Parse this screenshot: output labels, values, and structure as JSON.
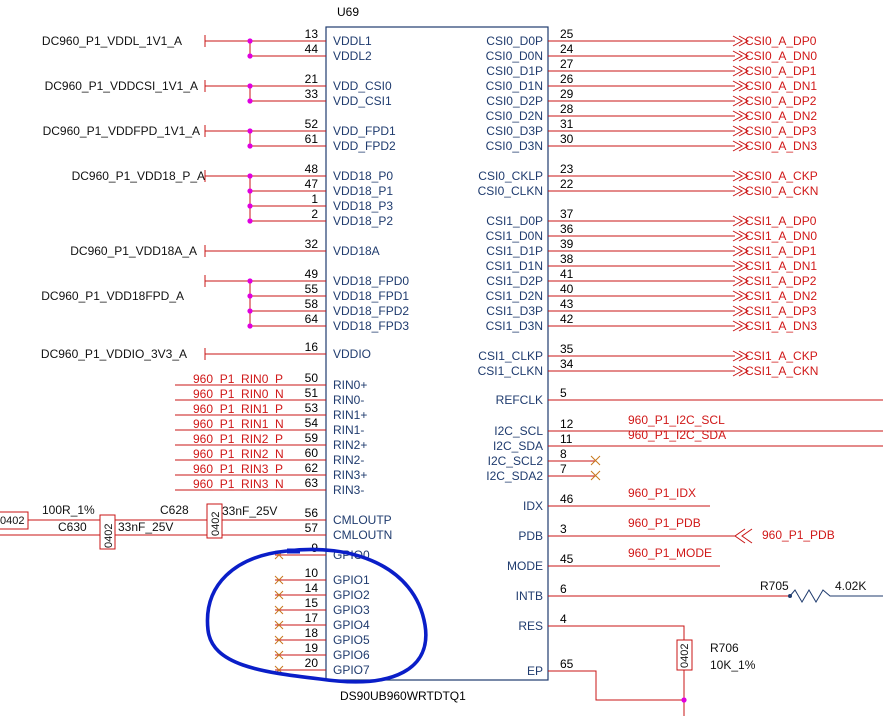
{
  "chip": {
    "ref": "U69",
    "part": "DS90UB960WRTDTQ1",
    "left_pins": [
      {
        "num": "13",
        "name": "VDDL1"
      },
      {
        "num": "44",
        "name": "VDDL2"
      },
      {
        "num": "21",
        "name": "VDD_CSI0"
      },
      {
        "num": "33",
        "name": "VDD_CSI1"
      },
      {
        "num": "52",
        "name": "VDD_FPD1"
      },
      {
        "num": "61",
        "name": "VDD_FPD2"
      },
      {
        "num": "48",
        "name": "VDD18_P0"
      },
      {
        "num": "47",
        "name": "VDD18_P1"
      },
      {
        "num": "1",
        "name": "VDD18_P3"
      },
      {
        "num": "2",
        "name": "VDD18_P2"
      },
      {
        "num": "32",
        "name": "VDD18A"
      },
      {
        "num": "49",
        "name": "VDD18_FPD0"
      },
      {
        "num": "55",
        "name": "VDD18_FPD1"
      },
      {
        "num": "58",
        "name": "VDD18_FPD2"
      },
      {
        "num": "64",
        "name": "VDD18_FPD3"
      },
      {
        "num": "16",
        "name": "VDDIO"
      },
      {
        "num": "50",
        "name": "RIN0+"
      },
      {
        "num": "51",
        "name": "RIN0-"
      },
      {
        "num": "53",
        "name": "RIN1+"
      },
      {
        "num": "54",
        "name": "RIN1-"
      },
      {
        "num": "59",
        "name": "RIN2+"
      },
      {
        "num": "60",
        "name": "RIN2-"
      },
      {
        "num": "62",
        "name": "RIN3+"
      },
      {
        "num": "63",
        "name": "RIN3-"
      },
      {
        "num": "56",
        "name": "CMLOUTP"
      },
      {
        "num": "57",
        "name": "CMLOUTN"
      },
      {
        "num": "9",
        "name": "GPIO0"
      },
      {
        "num": "10",
        "name": "GPIO1"
      },
      {
        "num": "14",
        "name": "GPIO2"
      },
      {
        "num": "15",
        "name": "GPIO3"
      },
      {
        "num": "17",
        "name": "GPIO4"
      },
      {
        "num": "18",
        "name": "GPIO5"
      },
      {
        "num": "19",
        "name": "GPIO6"
      },
      {
        "num": "20",
        "name": "GPIO7"
      }
    ],
    "right_pins": [
      {
        "num": "25",
        "name": "CSI0_D0P"
      },
      {
        "num": "24",
        "name": "CSI0_D0N"
      },
      {
        "num": "27",
        "name": "CSI0_D1P"
      },
      {
        "num": "26",
        "name": "CSI0_D1N"
      },
      {
        "num": "29",
        "name": "CSI0_D2P"
      },
      {
        "num": "28",
        "name": "CSI0_D2N"
      },
      {
        "num": "31",
        "name": "CSI0_D3P"
      },
      {
        "num": "30",
        "name": "CSI0_D3N"
      },
      {
        "num": "23",
        "name": "CSI0_CKLP"
      },
      {
        "num": "22",
        "name": "CSI0_CLKN"
      },
      {
        "num": "37",
        "name": "CSI1_D0P"
      },
      {
        "num": "36",
        "name": "CSI1_D0N"
      },
      {
        "num": "39",
        "name": "CSI1_D1P"
      },
      {
        "num": "38",
        "name": "CSI1_D1N"
      },
      {
        "num": "41",
        "name": "CSI1_D2P"
      },
      {
        "num": "40",
        "name": "CSI1_D2N"
      },
      {
        "num": "43",
        "name": "CSI1_D3P"
      },
      {
        "num": "42",
        "name": "CSI1_D3N"
      },
      {
        "num": "35",
        "name": "CSI1_CLKP"
      },
      {
        "num": "34",
        "name": "CSI1_CLKN"
      },
      {
        "num": "5",
        "name": "REFCLK"
      },
      {
        "num": "12",
        "name": "I2C_SCL"
      },
      {
        "num": "11",
        "name": "I2C_SDA"
      },
      {
        "num": "8",
        "name": "I2C_SCL2"
      },
      {
        "num": "7",
        "name": "I2C_SDA2"
      },
      {
        "num": "46",
        "name": "IDX"
      },
      {
        "num": "3",
        "name": "PDB"
      },
      {
        "num": "45",
        "name": "MODE"
      },
      {
        "num": "6",
        "name": "INTB"
      },
      {
        "num": "4",
        "name": "RES"
      },
      {
        "num": "65",
        "name": "EP"
      }
    ]
  },
  "power_nets": [
    "DC960_P1_VDDL_1V1_A",
    "DC960_P1_VDDCSI_1V1_A",
    "DC960_P1_VDDFPD_1V1_A",
    "DC960_P1_VDD18_P_A",
    "DC960_P1_VDD18A_A",
    "DC960_P1_VDD18FPD_A",
    "DC960_P1_VDDIO_3V3_A"
  ],
  "rin_nets": [
    "960_P1_RIN0_P",
    "960_P1_RIN0_N",
    "960_P1_RIN1_P",
    "960_P1_RIN1_N",
    "960_P1_RIN2_P",
    "960_P1_RIN2_N",
    "960_P1_RIN3_P",
    "960_P1_RIN3_N"
  ],
  "csi_ports": [
    "CSI0_A_DP0",
    "CSI0_A_DN0",
    "CSI0_A_DP1",
    "CSI0_A_DN1",
    "CSI0_A_DP2",
    "CSI0_A_DN2",
    "CSI0_A_DP3",
    "CSI0_A_DN3",
    "CSI0_A_CKP",
    "CSI0_A_CKN",
    "CSI1_A_DP0",
    "CSI1_A_DN0",
    "CSI1_A_DP1",
    "CSI1_A_DN1",
    "CSI1_A_DP2",
    "CSI1_A_DN2",
    "CSI1_A_DP3",
    "CSI1_A_DN3",
    "CSI1_A_CKP",
    "CSI1_A_CKN"
  ],
  "signal_nets": {
    "scl": "960_P1_I2C_SCL",
    "sda": "960_P1_I2C_SDA",
    "idx": "960_P1_IDX",
    "pdb": "960_P1_PDB",
    "pdb_port": "960_P1_PDB",
    "mode": "960_P1_MODE"
  },
  "components": {
    "r_cml": {
      "value": "100R_1%",
      "pkg": "0402"
    },
    "c630": {
      "ref": "C630",
      "value": "33nF_25V",
      "pkg": "0402"
    },
    "c628": {
      "ref": "C628",
      "value": "33nF_25V",
      "pkg": "0402"
    },
    "r705": {
      "ref": "R705",
      "value": "4.02K"
    },
    "r706": {
      "ref": "R706",
      "value": "10K_1%",
      "pkg": "0402"
    }
  },
  "colors": {
    "wire": "#c81414",
    "net_text": "#d01818",
    "pin_text": "#1f3b6e",
    "junction": "#e000e0",
    "annotation": "#0a1ec8"
  }
}
